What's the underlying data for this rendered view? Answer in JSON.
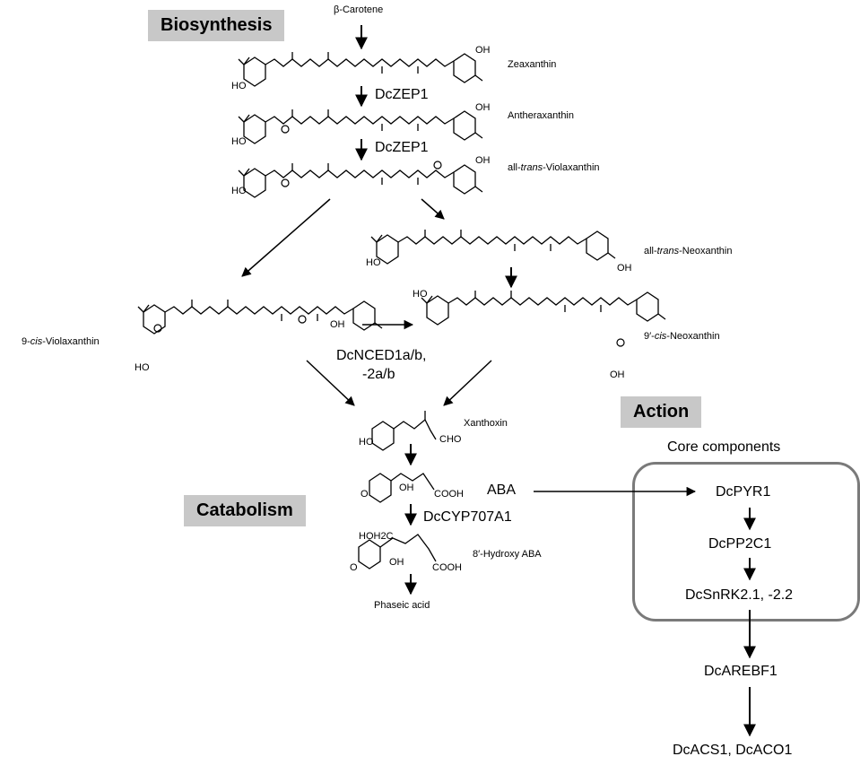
{
  "sections": {
    "biosynthesis": "Biosynthesis",
    "catabolism": "Catabolism",
    "action": "Action"
  },
  "compounds": {
    "beta_carotene": "β-Carotene",
    "zeaxanthin": "Zeaxanthin",
    "antheraxanthin": "Antheraxanthin",
    "all_trans_violaxanthin": {
      "prefix": "all-",
      "italic": "trans",
      "suffix": "-Violaxanthin"
    },
    "all_trans_neoxanthin": {
      "prefix": "all-",
      "italic": "trans",
      "suffix": "-Neoxanthin"
    },
    "nine_cis_violaxanthin": {
      "prefix": "9-",
      "italic": "cis",
      "suffix": "-Violaxanthin"
    },
    "nine_prime_cis_neoxanthin": {
      "prefix": "9′-",
      "italic": "cis",
      "suffix": "-Neoxanthin"
    },
    "xanthoxin": "Xanthoxin",
    "hydroxy_aba": "8′-Hydroxy ABA",
    "phaseic_acid": "Phaseic acid",
    "aba": "ABA"
  },
  "enzymes": {
    "zep1_a": "DcZEP1",
    "zep1_b": "DcZEP1",
    "nced_line1": "DcNCED1a/b,",
    "nced_line2": "-2a/b",
    "cyp": "DcCYP707A1"
  },
  "structure_labels": {
    "oh": "OH",
    "ho": "HO",
    "o": "O",
    "cho": "CHO",
    "cooh": "COOH",
    "hoh2c": "HOH2C"
  },
  "action": {
    "core_title": "Core components",
    "pyr": "DcPYR1",
    "pp2c": "DcPP2C1",
    "snrk": "DcSnRK2.1, -2.2",
    "arebf": "DcAREBF1",
    "acs": "DcACS1, DcACO1"
  },
  "colors": {
    "section_bg": "#c8c8c8",
    "box_border": "#7a7a7a",
    "line": "#000000"
  }
}
